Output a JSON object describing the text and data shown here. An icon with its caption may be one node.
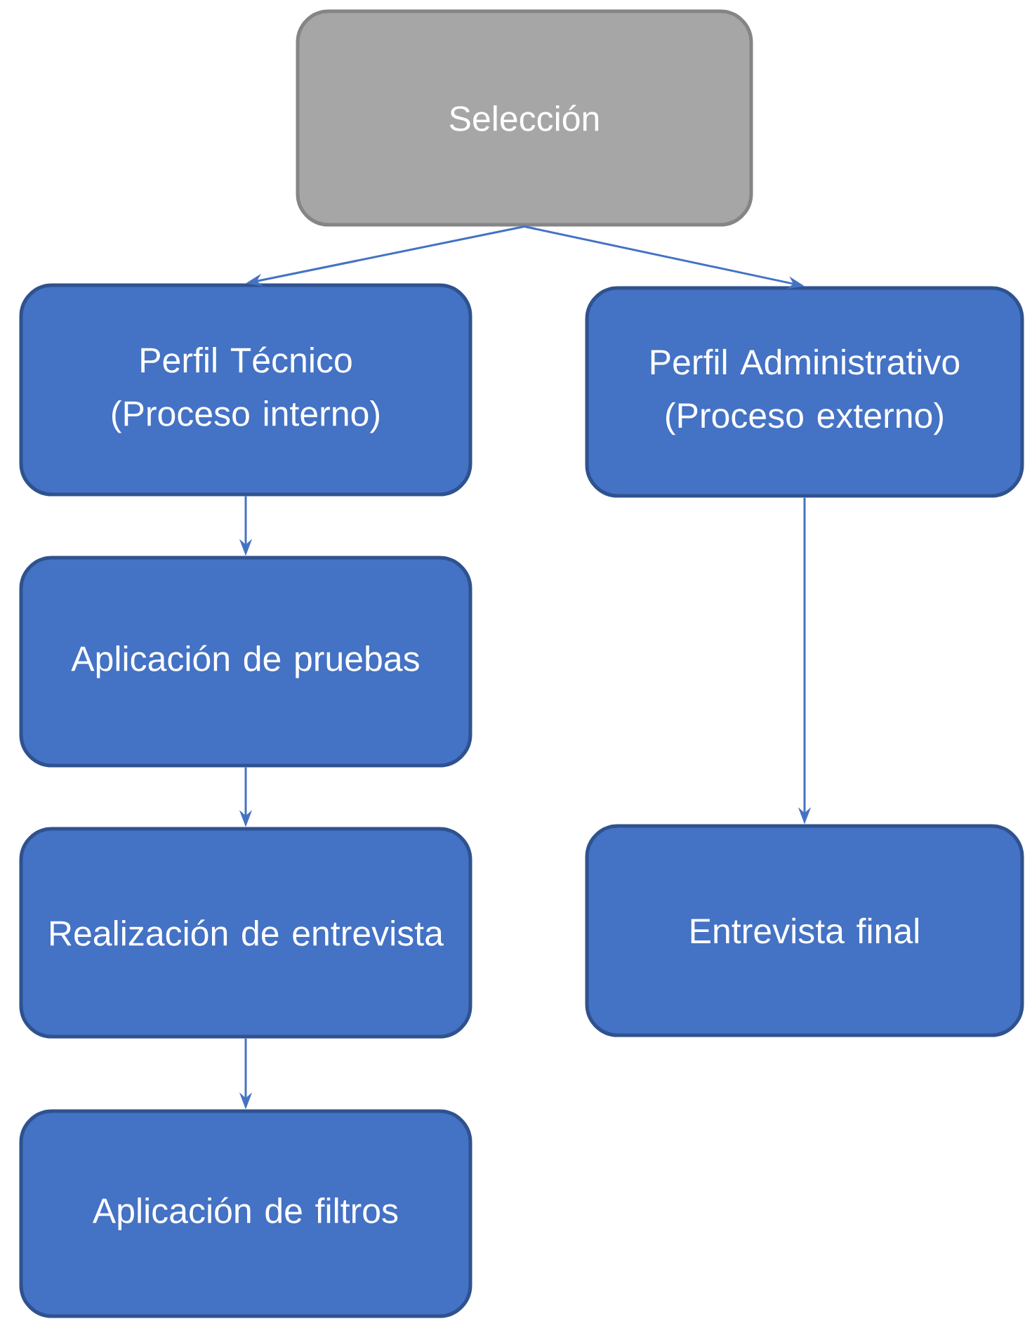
{
  "diagram": {
    "nodes": [
      {
        "text": [
          "Selección"
        ]
      },
      {
        "text": [
          "Perfil Técnico (Proceso interno)"
        ]
      },
      {
        "text": [
          "Perfil Administrativo (Proceso externo)"
        ]
      },
      {
        "text": [
          "Aplicación de pruebas"
        ]
      },
      {
        "text": [
          "Realización de entrevista"
        ]
      },
      {
        "text": [
          "Aplicación de filtros"
        ]
      },
      {
        "text": [
          "Entrevista final"
        ]
      }
    ],
    "edges": [
      {
        "from": 0,
        "to": 1,
        "arrow": "to"
      },
      {
        "from": 0,
        "to": 2,
        "arrow": "to"
      },
      {
        "from": 1,
        "to": 3,
        "arrow": "to"
      },
      {
        "from": 3,
        "to": 4,
        "arrow": "to"
      },
      {
        "from": 4,
        "to": 5,
        "arrow": "to"
      },
      {
        "from": 2,
        "to": 6,
        "arrow": "to"
      }
    ]
  }
}
